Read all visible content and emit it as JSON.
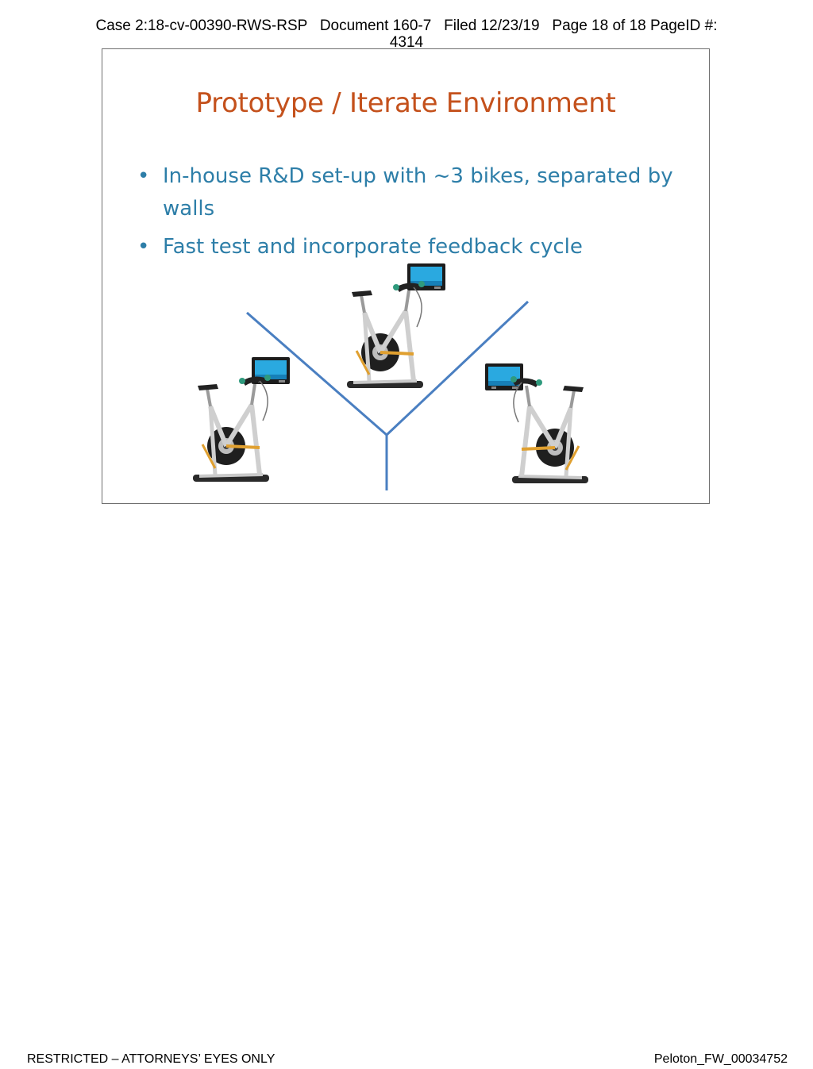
{
  "header": {
    "case": "Case 2:18-cv-00390-RWS-RSP",
    "document": "Document 160-7",
    "filed": "Filed 12/23/19",
    "page": "Page 18 of 18 PageID #:",
    "page_id": "4314"
  },
  "slide": {
    "title": "Prototype / Iterate Environment",
    "bullets": [
      "In-house R&D set-up with ~3 bikes, separated by walls",
      "Fast test and incorporate feedback cycle"
    ],
    "colors": {
      "title": "#c4511c",
      "bullets": "#2d7ea8",
      "walls": "#4a7fc1"
    }
  },
  "footer": {
    "restriction": "RESTRICTED – ATTORNEYS’ EYES ONLY",
    "bates": "Peloton_FW_00034752"
  }
}
